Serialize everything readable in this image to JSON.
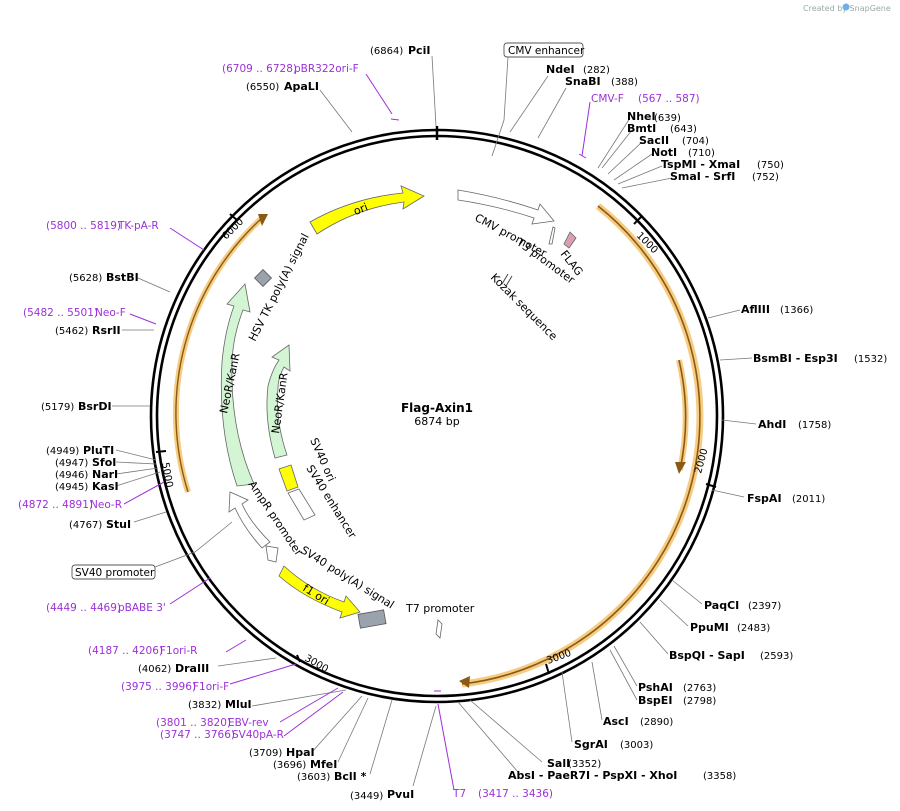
{
  "watermark": "Created by SnapGene",
  "plasmid": {
    "name": "Flag-Axin1",
    "size": "6874 bp"
  },
  "boxed_features": {
    "cmv_enhancer": "CMV enhancer",
    "sv40_promoter": "SV40 promoter"
  },
  "ticks": {
    "t1000": "1000",
    "t2000": "2000",
    "t3000a": "3000",
    "t3000b": "3000",
    "t5000": "5000",
    "t6000": "6000"
  },
  "features": {
    "ori": "ori",
    "cmv_promoter": "CMV promoter",
    "t3_promoter": "T3 promoter",
    "flag": "FLAG",
    "kozak": "Kozak sequence",
    "hsv_tk": "HSV TK poly(A) signal",
    "neokan_outer": "NeoR/KanR",
    "neokan_inner": "NeoR/KanR",
    "sv40_ori": "SV40 ori",
    "sv40_enhancer": "SV40 enhancer",
    "ampr_promoter": "AmpR promoter",
    "sv40_polya": "SV40 poly(A) signal",
    "f1_ori": "f1 ori",
    "t7_promoter": "T7 promoter"
  },
  "sites": [
    {
      "n": "PciI",
      "p": "(6864)"
    },
    {
      "n": "ApaLI",
      "p": "(6550)"
    },
    {
      "n": "NdeI",
      "p": "(282)"
    },
    {
      "n": "SnaBI",
      "p": "(388)"
    },
    {
      "n": "NheI",
      "p": "(639)"
    },
    {
      "n": "BmtI",
      "p": "(643)"
    },
    {
      "n": "SacII",
      "p": "(704)"
    },
    {
      "n": "NotI",
      "p": "(710)"
    },
    {
      "n": "TspMI - XmaI",
      "p": "(750)"
    },
    {
      "n": "SmaI - SrfI",
      "p": "(752)"
    },
    {
      "n": "AflIII",
      "p": "(1366)"
    },
    {
      "n": "BsmBI - Esp3I",
      "p": "(1532)"
    },
    {
      "n": "AhdI",
      "p": "(1758)"
    },
    {
      "n": "FspAI",
      "p": "(2011)"
    },
    {
      "n": "PaqCI",
      "p": "(2397)"
    },
    {
      "n": "PpuMI",
      "p": "(2483)"
    },
    {
      "n": "BspQI - SapI",
      "p": "(2593)"
    },
    {
      "n": "PshAI",
      "p": "(2763)"
    },
    {
      "n": "BspEI",
      "p": "(2798)"
    },
    {
      "n": "AscI",
      "p": "(2890)"
    },
    {
      "n": "SgrAI",
      "p": "(3003)"
    },
    {
      "n": "SalI",
      "p": "(3352)"
    },
    {
      "n": "AbsI - PaeR7I - PspXI - XhoI",
      "p": "(3358)"
    },
    {
      "n": "PvuI",
      "p": "(3449)"
    },
    {
      "n": "BclI *",
      "p": "(3603)"
    },
    {
      "n": "MfeI",
      "p": "(3696)"
    },
    {
      "n": "HpaI",
      "p": "(3709)"
    },
    {
      "n": "MluI",
      "p": "(3832)"
    },
    {
      "n": "DraIII",
      "p": "(4062)"
    },
    {
      "n": "StuI",
      "p": "(4767)"
    },
    {
      "n": "KasI",
      "p": "(4945)"
    },
    {
      "n": "NarI",
      "p": "(4946)"
    },
    {
      "n": "SfoI",
      "p": "(4947)"
    },
    {
      "n": "PluTI",
      "p": "(4949)"
    },
    {
      "n": "BsrDI",
      "p": "(5179)"
    },
    {
      "n": "RsrII",
      "p": "(5462)"
    },
    {
      "n": "BstBI",
      "p": "(5628)"
    }
  ],
  "primers": [
    {
      "n": "pBR322ori-F",
      "p": "(6709 .. 6728)"
    },
    {
      "n": "CMV-F",
      "p": "(567 .. 587)"
    },
    {
      "n": "T7",
      "p": "(3417 .. 3436)"
    },
    {
      "n": "SV40pA-R",
      "p": "(3747 .. 3766)"
    },
    {
      "n": "EBV-rev",
      "p": "(3801 .. 3820)"
    },
    {
      "n": "F1ori-F",
      "p": "(3975 .. 3996)"
    },
    {
      "n": "F1ori-R",
      "p": "(4187 .. 4206)"
    },
    {
      "n": "pBABE 3'",
      "p": "(4449 .. 4469)"
    },
    {
      "n": "Neo-R",
      "p": "(4872 .. 4891)"
    },
    {
      "n": "Neo-F",
      "p": "(5482 .. 5501)"
    },
    {
      "n": "TK-pA-R",
      "p": "(5800 .. 5819)"
    }
  ]
}
